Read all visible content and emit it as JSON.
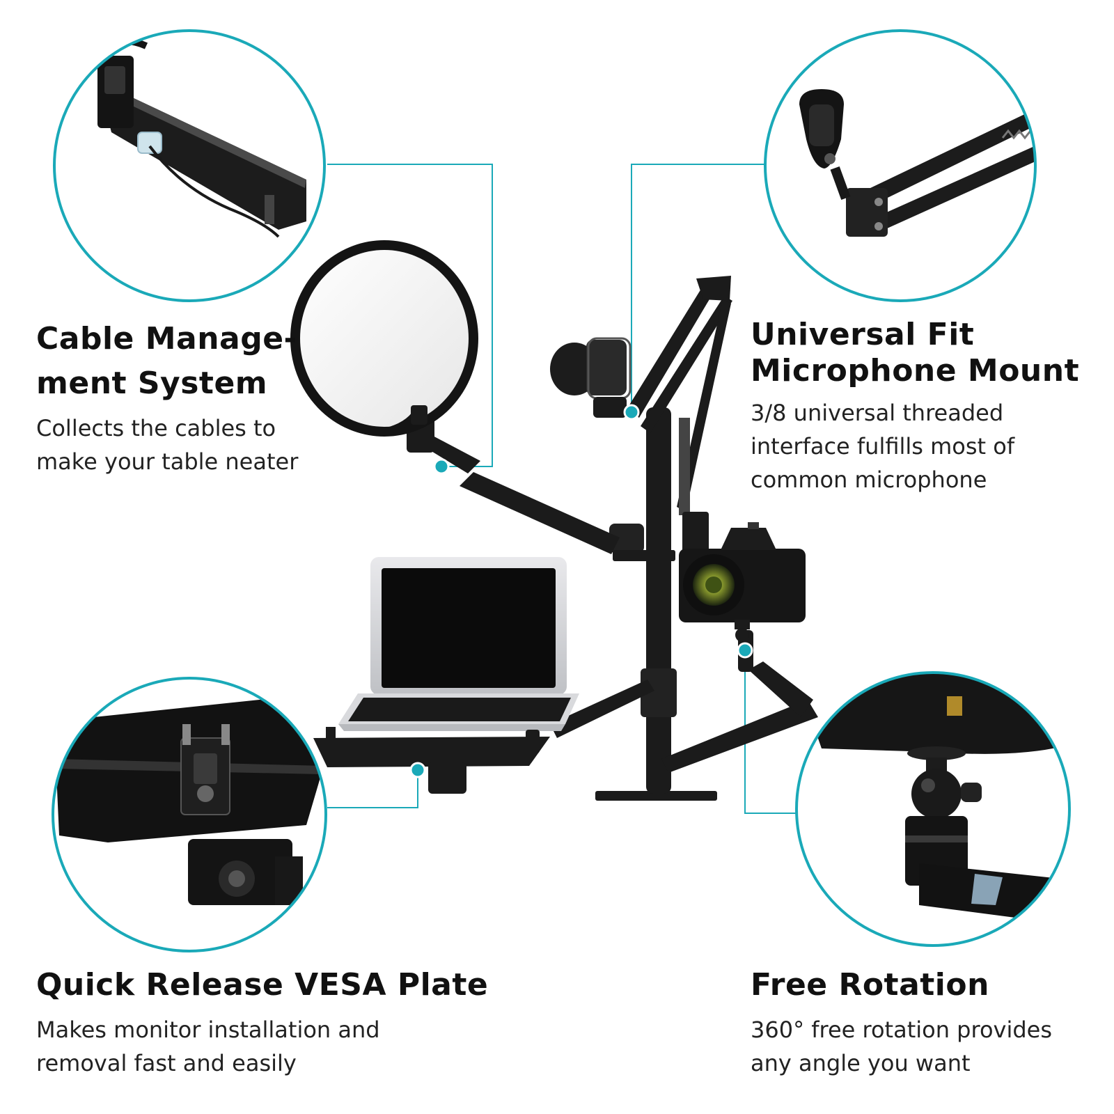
{
  "features": {
    "cable": {
      "title_line1": "Cable Manage-",
      "title_line2": "ment System",
      "desc_line1": "Collects the cables to",
      "desc_line2": "make your table neater",
      "icon": "cable-clip-icon"
    },
    "mic": {
      "title_line1": "Universal Fit",
      "title_line2": "Microphone Mount",
      "desc_line1": "3/8 universal threaded",
      "desc_line2": "interface fulfills most of",
      "desc_line3": "common microphone",
      "icon": "microphone-clip-icon"
    },
    "vesa": {
      "title": "Quick Release VESA Plate",
      "desc_line1": "Makes monitor installation and",
      "desc_line2": "removal fast and easily",
      "icon": "vesa-plate-icon"
    },
    "rotation": {
      "title": "Free Rotation",
      "desc_line1": "360° free rotation provides",
      "desc_line2": "any angle you want",
      "icon": "ball-head-icon"
    }
  },
  "colors": {
    "accent": "#1aa9b8",
    "product": "#1b1b1b",
    "text": "#111111",
    "background": "#ffffff"
  }
}
